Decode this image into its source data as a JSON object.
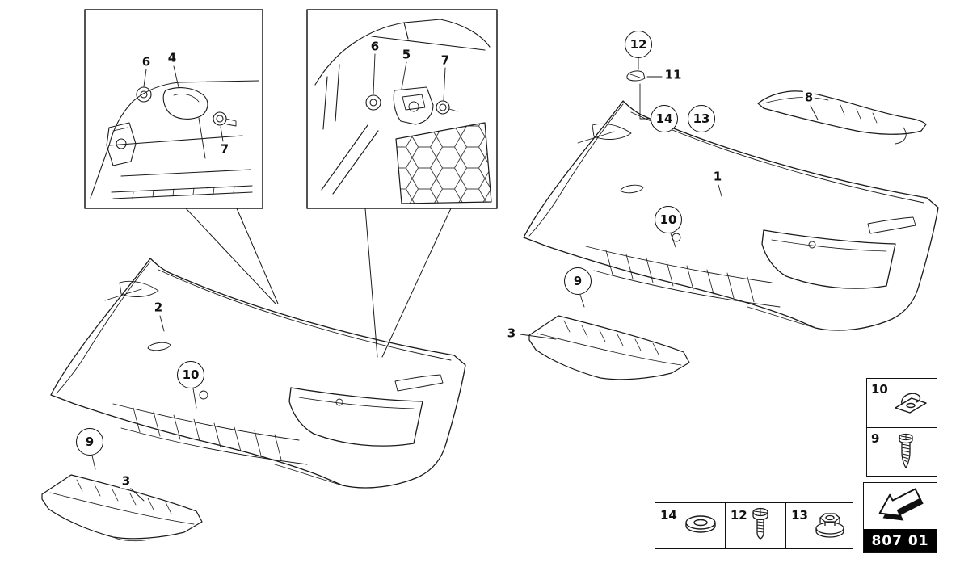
{
  "insets": {
    "inset1": {
      "c6": "6",
      "c4": "4",
      "c7": "7"
    },
    "inset2": {
      "c6": "6",
      "c5": "5",
      "c7": "7"
    }
  },
  "left_assembly": {
    "c2": "2",
    "c10": "10",
    "c9": "9",
    "c3": "3"
  },
  "right_assembly": {
    "c12": "12",
    "c11": "11",
    "c14": "14",
    "c13": "13",
    "c8": "8",
    "c1": "1",
    "c10": "10",
    "c9": "9",
    "c3": "3"
  },
  "legend_right": {
    "rows": [
      {
        "label": "10",
        "icon": "clip-icon"
      },
      {
        "label": "9",
        "icon": "screw-icon"
      }
    ]
  },
  "legend_bottom": {
    "cells": [
      {
        "label": "14",
        "icon": "washer-icon"
      },
      {
        "label": "12",
        "icon": "bolt-icon"
      },
      {
        "label": "13",
        "icon": "nut-icon"
      }
    ]
  },
  "page_code": {
    "label": "807 01"
  },
  "colors": {
    "line": "#1a1a1a",
    "background": "#ffffff",
    "code_bar_bg": "#000000",
    "code_bar_text": "#ffffff"
  }
}
